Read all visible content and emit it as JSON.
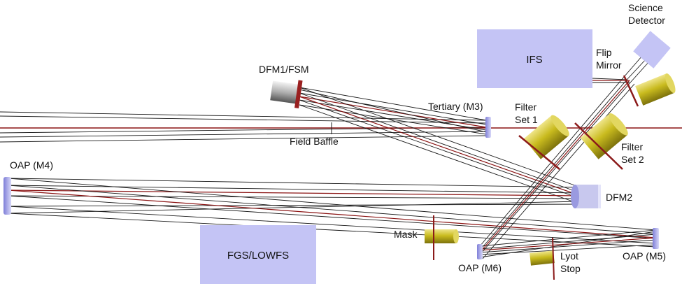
{
  "labels": {
    "science_detector_line1": "Science",
    "science_detector_line2": "Detector",
    "ifs": "IFS",
    "flip_mirror_line1": "Flip",
    "flip_mirror_line2": "Mirror",
    "dfm1_fsm": "DFM1/FSM",
    "tertiary": "Tertiary (M3)",
    "filter_set1_line1": "Filter",
    "filter_set1_line2": "Set 1",
    "filter_set2_line1": "Filter",
    "filter_set2_line2": "Set 2",
    "field_baffle": "Field Baffle",
    "oap_m4": "OAP (M4)",
    "dfm2": "DFM2",
    "mask": "Mask",
    "fgs_lowfs": "FGS/LOWFS",
    "oap_m6": "OAP (M6)",
    "lyot_stop_line1": "Lyot",
    "lyot_stop_line2": "Stop",
    "oap_m5": "OAP (M5)"
  },
  "colors": {
    "box_fill": "#c4c4f5",
    "mirror_fill": "#c8c8ee",
    "ray_black": "#1a1a1a",
    "ray_red": "#8b1414",
    "filter_gold": "#c9bb1e",
    "filter_blade": "#8b1a1a"
  }
}
